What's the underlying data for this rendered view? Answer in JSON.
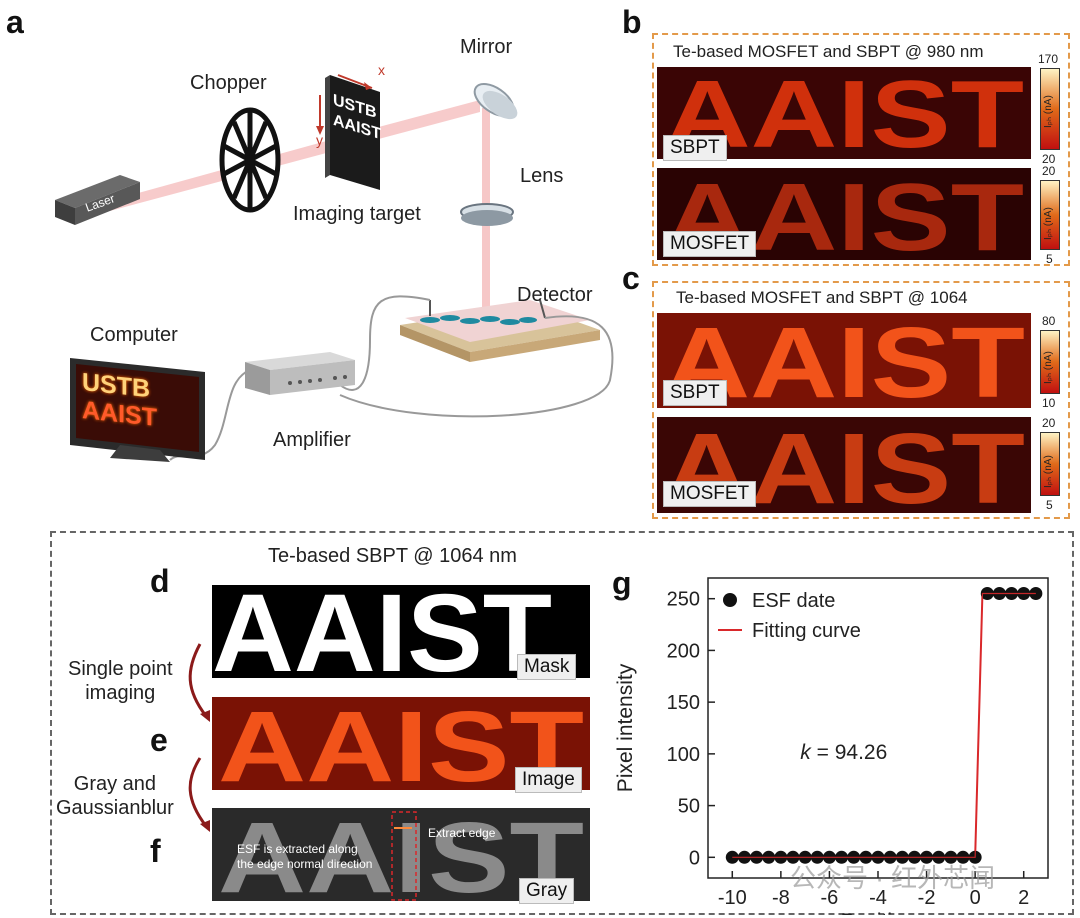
{
  "panels": {
    "a": {
      "letter": "a",
      "labels": {
        "chopper": "Chopper",
        "mirror": "Mirror",
        "lens": "Lens",
        "imaging_target": "Imaging target",
        "detector": "Detector",
        "computer": "Computer",
        "amplifier": "Amplifier",
        "laser": "Laser",
        "axis_x": "x",
        "axis_y": "y",
        "target_text_1": "USTB",
        "target_text_2": "AAIST",
        "screen_text_1": "USTB",
        "screen_text_2": "AAIST"
      }
    },
    "b": {
      "letter": "b",
      "title": "Te-based MOSFET and SBPT @ 980 nm",
      "images": [
        {
          "tag": "SBPT",
          "cbar_max": "170",
          "cbar_min": "20",
          "unit": "Iₚₕ (nA)",
          "word": "AAIST"
        },
        {
          "tag": "MOSFET",
          "cbar_max": "20",
          "cbar_min": "5",
          "unit": "Iₚₕ (nA)",
          "word": "AAIST"
        }
      ]
    },
    "c": {
      "letter": "c",
      "title": "Te-based MOSFET and SBPT @ 1064",
      "images": [
        {
          "tag": "SBPT",
          "cbar_max": "80",
          "cbar_min": "10",
          "unit": "Iₚₕ (nA)",
          "word": "AAIST"
        },
        {
          "tag": "MOSFET",
          "cbar_max": "20",
          "cbar_min": "5",
          "unit": "Iₚₕ (nA)",
          "word": "AAIST"
        }
      ]
    },
    "bottom": {
      "title": "Te-based SBPT @ 1064 nm",
      "d": {
        "letter": "d",
        "tag": "Mask",
        "word": "AAIST"
      },
      "e": {
        "letter": "e",
        "tag": "Image",
        "word": "AAIST"
      },
      "f": {
        "letter": "f",
        "tag": "Gray",
        "word": "AAIST",
        "note_left": "ESF is extracted along\nthe edge normal direction",
        "note_right": "Extract edge"
      },
      "step1": "Single point\nimaging",
      "step2": "Gray and\nGaussianblur"
    },
    "g": {
      "letter": "g",
      "annotation_k": "k",
      "annotation_value": " = 94.26"
    }
  },
  "chart_data": {
    "type": "scatter",
    "xlabel": "Position",
    "ylabel": "Pixel intensity",
    "xlim": [
      -11,
      3
    ],
    "ylim": [
      -20,
      270
    ],
    "xticks": [
      -10,
      -8,
      -6,
      -4,
      -2,
      0,
      2
    ],
    "yticks": [
      0,
      50,
      100,
      150,
      200,
      250
    ],
    "legend": {
      "placement": "top-left"
    },
    "series": [
      {
        "name": "ESF date",
        "color": "#111111",
        "x": [
          -10,
          -9.5,
          -9,
          -8.5,
          -8,
          -7.5,
          -7,
          -6.5,
          -6,
          -5.5,
          -5,
          -4.5,
          -4,
          -3.5,
          -3,
          -2.5,
          -2,
          -1.5,
          -1,
          -0.5,
          0,
          0.5,
          1,
          1.5,
          2,
          2.5
        ],
        "y": [
          0,
          0,
          0,
          0,
          0,
          0,
          0,
          0,
          0,
          0,
          0,
          0,
          0,
          0,
          0,
          0,
          0,
          0,
          0,
          0,
          0,
          255,
          255,
          255,
          255,
          255
        ]
      },
      {
        "name": "Fitting curve",
        "color": "#d9282b",
        "x": [
          -10,
          0,
          0.3,
          2.5
        ],
        "y": [
          0,
          0,
          255,
          255
        ]
      }
    ]
  },
  "watermark": "公众号 · 红外芯闻",
  "colors": {
    "heat_dark": "#3a0505",
    "heat_mid": "#d0300c",
    "heat_bright": "#ffb43a",
    "dash_orange": "#e39a4a"
  }
}
